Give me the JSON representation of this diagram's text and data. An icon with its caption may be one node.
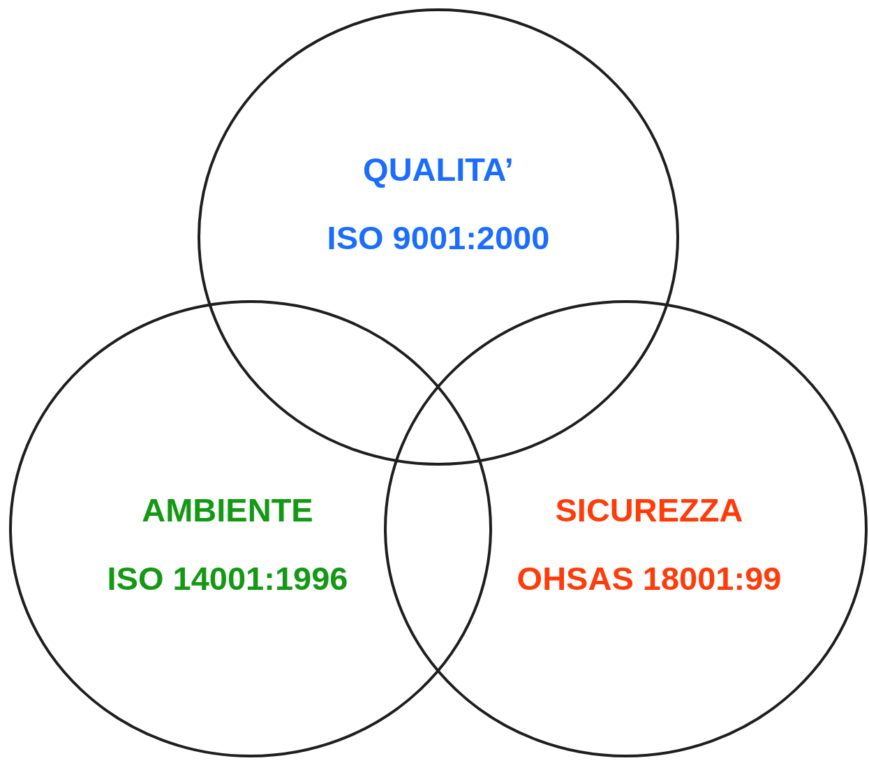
{
  "diagram": {
    "nodes": [
      {
        "text": [
          "QUALITA’",
          "ISO 9001:2000"
        ]
      },
      {
        "text": [
          "AMBIENTE",
          "ISO 14001:1996"
        ]
      },
      {
        "text": [
          "SICUREZZA",
          "OHSAS 18001:99"
        ]
      }
    ]
  }
}
